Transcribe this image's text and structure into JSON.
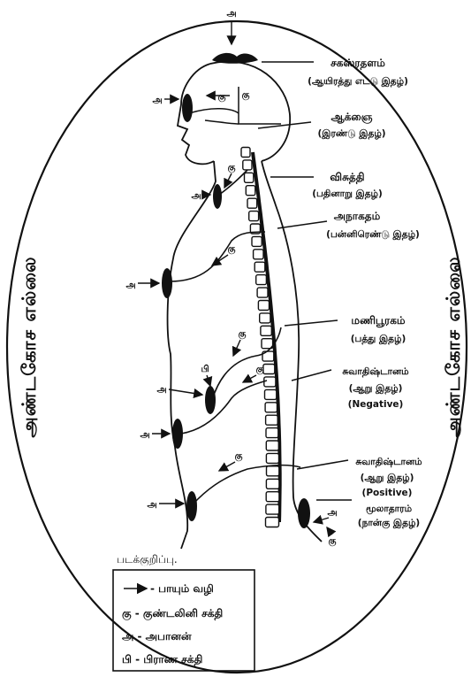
{
  "side_labels": {
    "left": "அண்டகோச எல்லை",
    "right": "அண்டகோச எல்லை"
  },
  "chakras": [
    {
      "name": "சகஸ்ரதளம்",
      "petals": "(ஆயிரத்து எட்டு இதழ்)"
    },
    {
      "name": "ஆக்ஞை",
      "petals": "(இரண்டு இதழ்)"
    },
    {
      "name": "விசுத்தி",
      "petals": "(பதினாறு இதழ்)"
    },
    {
      "name": "அநாகதம்",
      "petals": "(பன்னிரெண்டு இதழ்)"
    },
    {
      "name": "மணிபூரகம்",
      "petals": "(பத்து இதழ்)"
    },
    {
      "name": "சுவாதிஷ்டானம்",
      "petals": "(ஆறு இதழ்)",
      "polarity": "(Negative)"
    },
    {
      "name": "சுவாதிஷ்டானம்",
      "petals": "(ஆறு இதழ்)",
      "polarity": "(Positive)"
    },
    {
      "name": "மூலாதாரம்",
      "petals": "(நான்கு இதழ்)"
    }
  ],
  "symbols": {
    "apanan": "அ",
    "kundalini": "கு",
    "prana": "பி"
  },
  "legend": {
    "title": "படக்குறிப்பு.",
    "items": [
      "- பாயும் வழி",
      "கு - குண்டலினி சக்தி",
      "அ - அபானன்",
      "பி - பிராண சக்தி"
    ]
  }
}
